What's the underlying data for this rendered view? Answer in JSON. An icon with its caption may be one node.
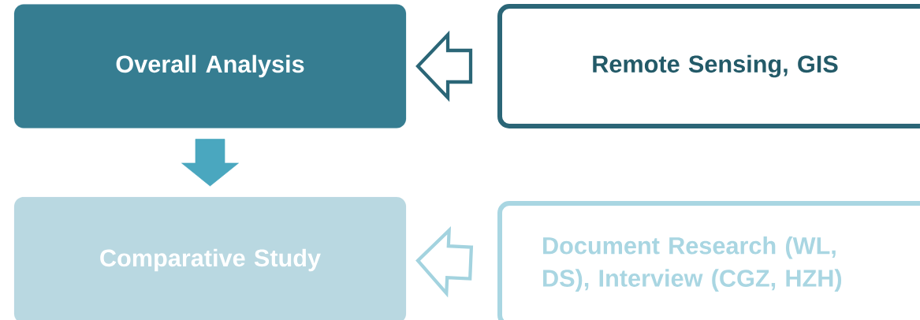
{
  "diagram": {
    "nodes": [
      {
        "text": [
          "Overall Analysis"
        ]
      },
      {
        "text": [
          "Remote Sensing, GIS"
        ]
      },
      {
        "text": [
          "Comparative Study"
        ]
      },
      {
        "text": [
          "Document Research (WL, DS), Interview (CGZ, HZH)"
        ]
      }
    ],
    "edges": [
      {
        "from": 1,
        "to": 0,
        "arrow": "to",
        "color": "#2b6677"
      },
      {
        "from": 0,
        "to": 2,
        "arrow": "to",
        "color": "#4aa7bf"
      },
      {
        "from": 3,
        "to": 2,
        "arrow": "to",
        "color": "#a3d3df"
      }
    ]
  }
}
